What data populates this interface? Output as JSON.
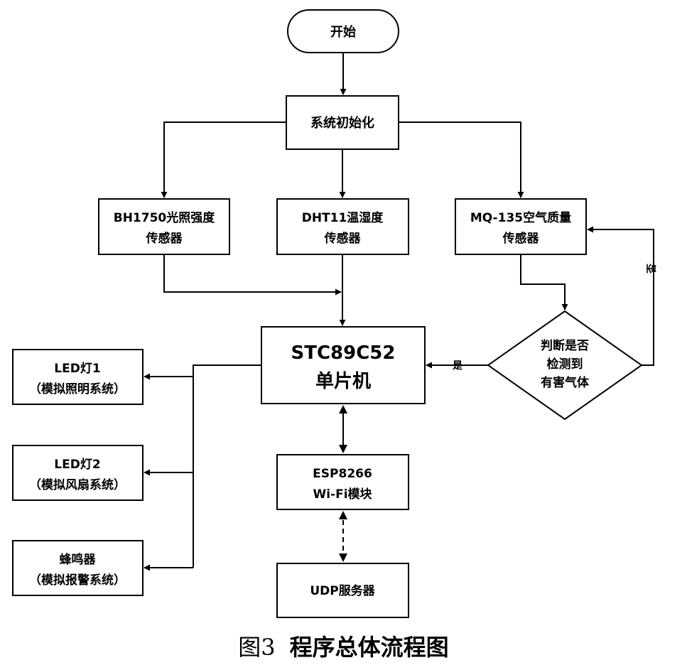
{
  "nodes": {
    "start": "开始",
    "init": "系统初始化",
    "bh1750": [
      "BH1750光照强度",
      "传感器"
    ],
    "dht11": [
      "DHT11温湿度",
      "传感器"
    ],
    "mq135": [
      "MQ-135空气质量",
      "传感器"
    ],
    "decision": [
      "判断是否",
      "检测到",
      "有害气体"
    ],
    "mcu": [
      "STC89C52",
      "单片机"
    ],
    "led1": [
      "LED灯1",
      "（模拟照明系统）"
    ],
    "led2": [
      "LED灯2",
      "（模拟风扇系统）"
    ],
    "buzzer": [
      "蜂鸣器",
      "（模拟报警系统）"
    ],
    "esp": [
      "ESP8266",
      "Wi-Fi模块"
    ],
    "udp": "UDP服务器"
  },
  "edge_labels": {
    "yes": "是",
    "no": "否"
  },
  "caption": {
    "figure": "图3",
    "title": "程序总体流程图"
  }
}
